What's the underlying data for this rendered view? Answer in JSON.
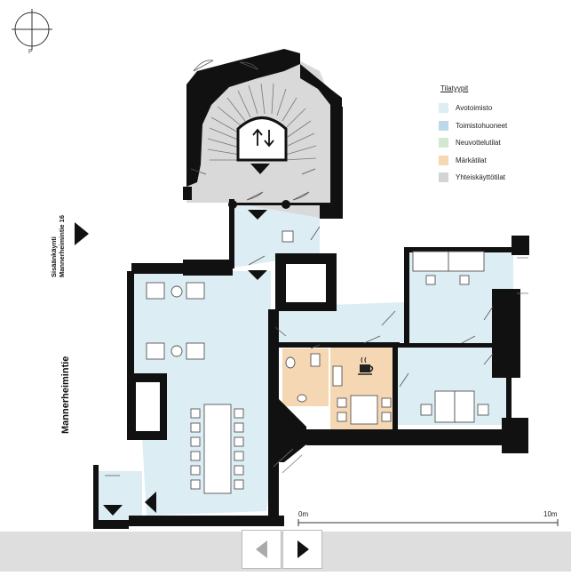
{
  "compass": {
    "label": "P"
  },
  "legend": {
    "title": "Tilatyypit",
    "items": [
      {
        "label": "Avotoimisto",
        "color": "#dcedf3"
      },
      {
        "label": "Toimistohuoneet",
        "color": "#bcd9ea"
      },
      {
        "label": "Neuvottelutilat",
        "color": "#d3e8d0"
      },
      {
        "label": "Märkätilat",
        "color": "#f6d7b4"
      },
      {
        "label": "Yhteiskäyttötilat",
        "color": "#d4d4d4"
      }
    ]
  },
  "entrance": {
    "line1": "Sisäänkäynti",
    "line2": "Mannerheimintie 16"
  },
  "street": {
    "label": "Mannerheimintie"
  },
  "scale": {
    "start": "0m",
    "end": "10m"
  },
  "colors": {
    "open_office": "#dcedf3",
    "office": "#dcedf3",
    "wet": "#f6d7b4",
    "shared": "#d9d9d9",
    "wall": "#111111"
  },
  "icons": [
    "compass-icon",
    "entrance-arrow-icon",
    "elevator-icon",
    "coffee-icon",
    "prev-arrow-icon",
    "next-arrow-icon"
  ]
}
